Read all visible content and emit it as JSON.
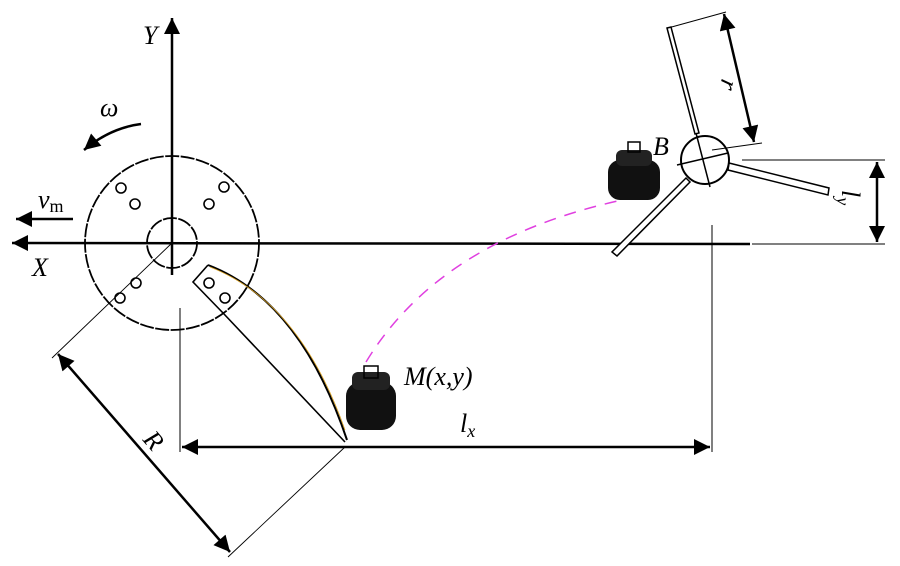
{
  "labels": {
    "y_axis": "Y",
    "x_axis": "X",
    "omega": "ω",
    "velocity": "v",
    "velocity_sub": "m",
    "point_m": "M(x,y)",
    "point_b": "B",
    "radius_r_small": "r",
    "radius_R": "R",
    "lx": "l",
    "lx_sub": "x",
    "ly": "l",
    "ly_sub": "y"
  },
  "colors": {
    "line": "#000000",
    "trajectory": "#e040e0",
    "blade_edge": "#d9a020"
  }
}
